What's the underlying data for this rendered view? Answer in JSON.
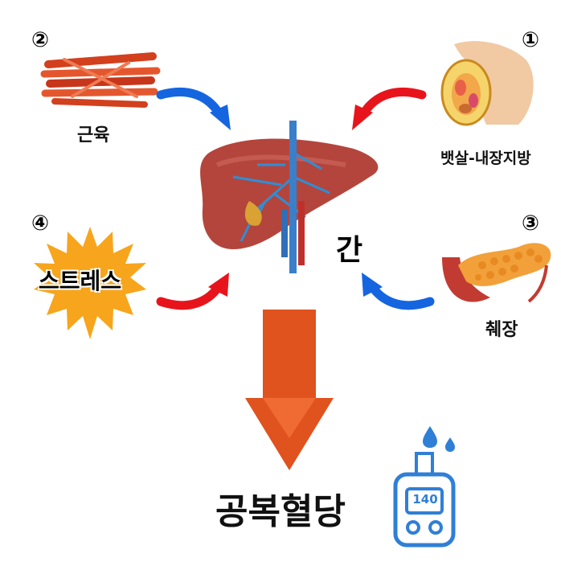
{
  "numbers": {
    "n1": "①",
    "n2": "②",
    "n3": "③",
    "n4": "④"
  },
  "labels": {
    "muscle": "근육",
    "belly_fat": "뱃살-내장지방",
    "liver": "간",
    "stress": "스트레스",
    "pancreas": "췌장",
    "fasting_glucose": "공복혈당"
  },
  "meter": {
    "reading": "140"
  },
  "colors": {
    "blue_arrow": "#1565e0",
    "red_arrow": "#e8141c",
    "down_arrow": "#e0521e",
    "burst": "#f7a51c",
    "meter": "#2f7fd6",
    "liver": "#b4453c"
  }
}
